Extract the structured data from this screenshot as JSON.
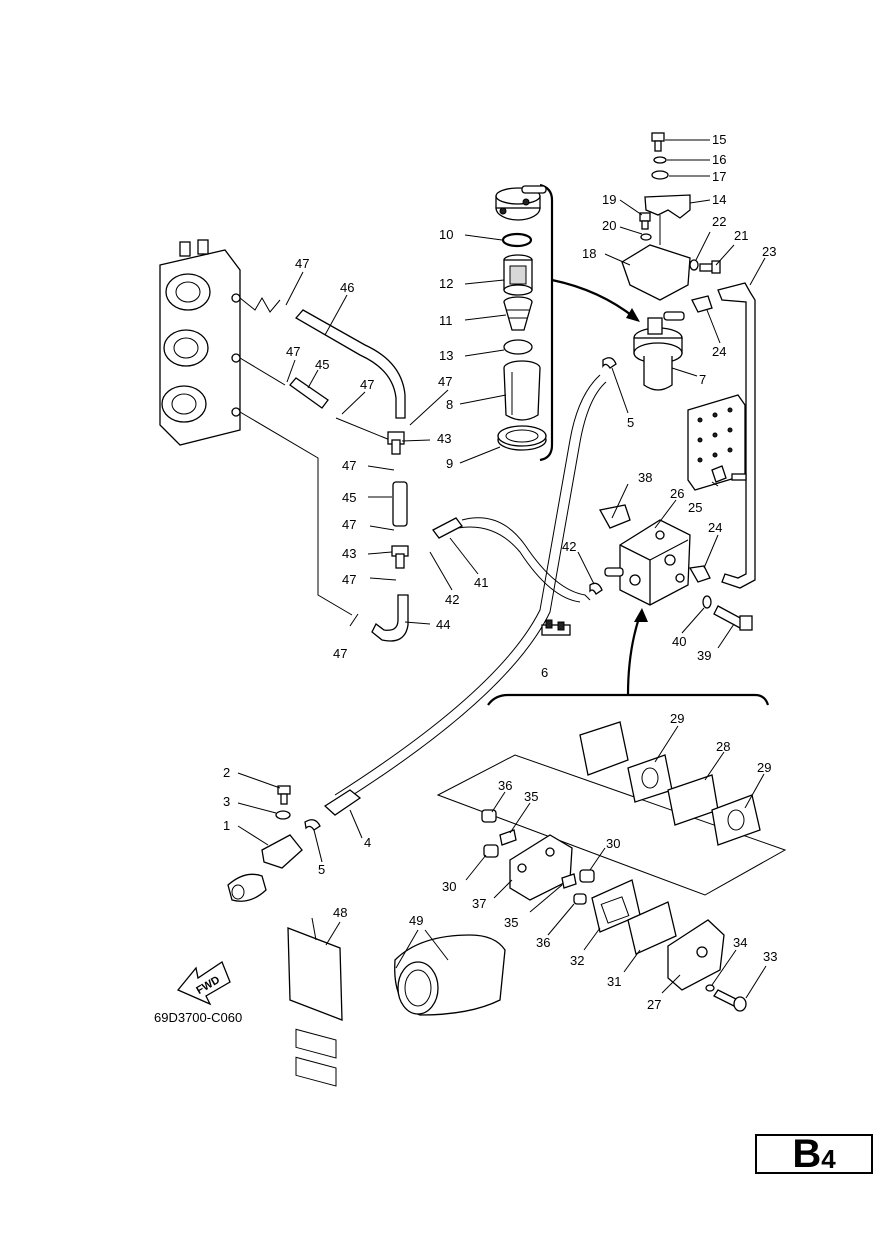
{
  "diagram_code": "69D3700-C060",
  "fwd_label": "FWD",
  "page_ref": {
    "letter": "B",
    "number": "4"
  },
  "callouts": [
    {
      "id": "15",
      "text": "15"
    },
    {
      "id": "16",
      "text": "16"
    },
    {
      "id": "17",
      "text": "17"
    },
    {
      "id": "14",
      "text": "14"
    },
    {
      "id": "19",
      "text": "19"
    },
    {
      "id": "20",
      "text": "20"
    },
    {
      "id": "22",
      "text": "22"
    },
    {
      "id": "21",
      "text": "21"
    },
    {
      "id": "23",
      "text": "23"
    },
    {
      "id": "18",
      "text": "18"
    },
    {
      "id": "24a",
      "text": "24"
    },
    {
      "id": "7",
      "text": "7"
    },
    {
      "id": "5a",
      "text": "5"
    },
    {
      "id": "10",
      "text": "10"
    },
    {
      "id": "12",
      "text": "12"
    },
    {
      "id": "11",
      "text": "11"
    },
    {
      "id": "13",
      "text": "13"
    },
    {
      "id": "8",
      "text": "8"
    },
    {
      "id": "9",
      "text": "9"
    },
    {
      "id": "47a",
      "text": "47"
    },
    {
      "id": "46",
      "text": "46"
    },
    {
      "id": "47b",
      "text": "47"
    },
    {
      "id": "45a",
      "text": "45"
    },
    {
      "id": "47c",
      "text": "47"
    },
    {
      "id": "47d",
      "text": "47"
    },
    {
      "id": "43a",
      "text": "43"
    },
    {
      "id": "47e",
      "text": "47"
    },
    {
      "id": "45b",
      "text": "45"
    },
    {
      "id": "47f",
      "text": "47"
    },
    {
      "id": "43b",
      "text": "43"
    },
    {
      "id": "47g",
      "text": "47"
    },
    {
      "id": "42a",
      "text": "42"
    },
    {
      "id": "41",
      "text": "41"
    },
    {
      "id": "44",
      "text": "44"
    },
    {
      "id": "47h",
      "text": "47"
    },
    {
      "id": "38",
      "text": "38"
    },
    {
      "id": "26",
      "text": "26"
    },
    {
      "id": "25",
      "text": "25"
    },
    {
      "id": "24b",
      "text": "24"
    },
    {
      "id": "42b",
      "text": "42"
    },
    {
      "id": "6",
      "text": "6"
    },
    {
      "id": "40",
      "text": "40"
    },
    {
      "id": "39",
      "text": "39"
    },
    {
      "id": "29a",
      "text": "29"
    },
    {
      "id": "28",
      "text": "28"
    },
    {
      "id": "29b",
      "text": "29"
    },
    {
      "id": "2",
      "text": "2"
    },
    {
      "id": "3",
      "text": "3"
    },
    {
      "id": "1",
      "text": "1"
    },
    {
      "id": "4",
      "text": "4"
    },
    {
      "id": "5b",
      "text": "5"
    },
    {
      "id": "36a",
      "text": "36"
    },
    {
      "id": "35a",
      "text": "35"
    },
    {
      "id": "30a",
      "text": "30"
    },
    {
      "id": "30b",
      "text": "30"
    },
    {
      "id": "37",
      "text": "37"
    },
    {
      "id": "35b",
      "text": "35"
    },
    {
      "id": "36b",
      "text": "36"
    },
    {
      "id": "32",
      "text": "32"
    },
    {
      "id": "31",
      "text": "31"
    },
    {
      "id": "27",
      "text": "27"
    },
    {
      "id": "34",
      "text": "34"
    },
    {
      "id": "33",
      "text": "33"
    },
    {
      "id": "48",
      "text": "48"
    },
    {
      "id": "49",
      "text": "49"
    }
  ]
}
